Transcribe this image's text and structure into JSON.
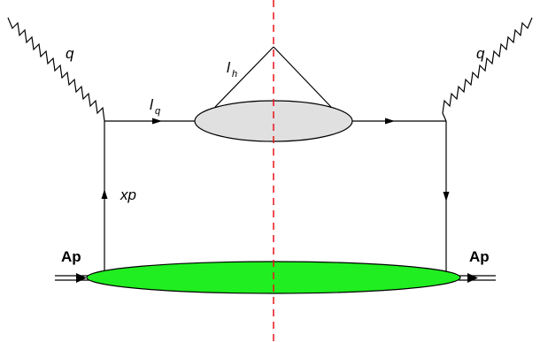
{
  "diagram": {
    "labels": {
      "q_left": "q",
      "q_right": "q",
      "lq_main": "l",
      "lq_sub": "q",
      "lh_main": "l",
      "lh_sub": "h",
      "xp": "xp",
      "ap_left": "Ap",
      "ap_right": "Ap"
    },
    "colors": {
      "line": "#000000",
      "cut_line": "#e8141c",
      "upper_blob_fill": "#e0e0e0",
      "lower_blob_fill": "#20ee20"
    }
  }
}
